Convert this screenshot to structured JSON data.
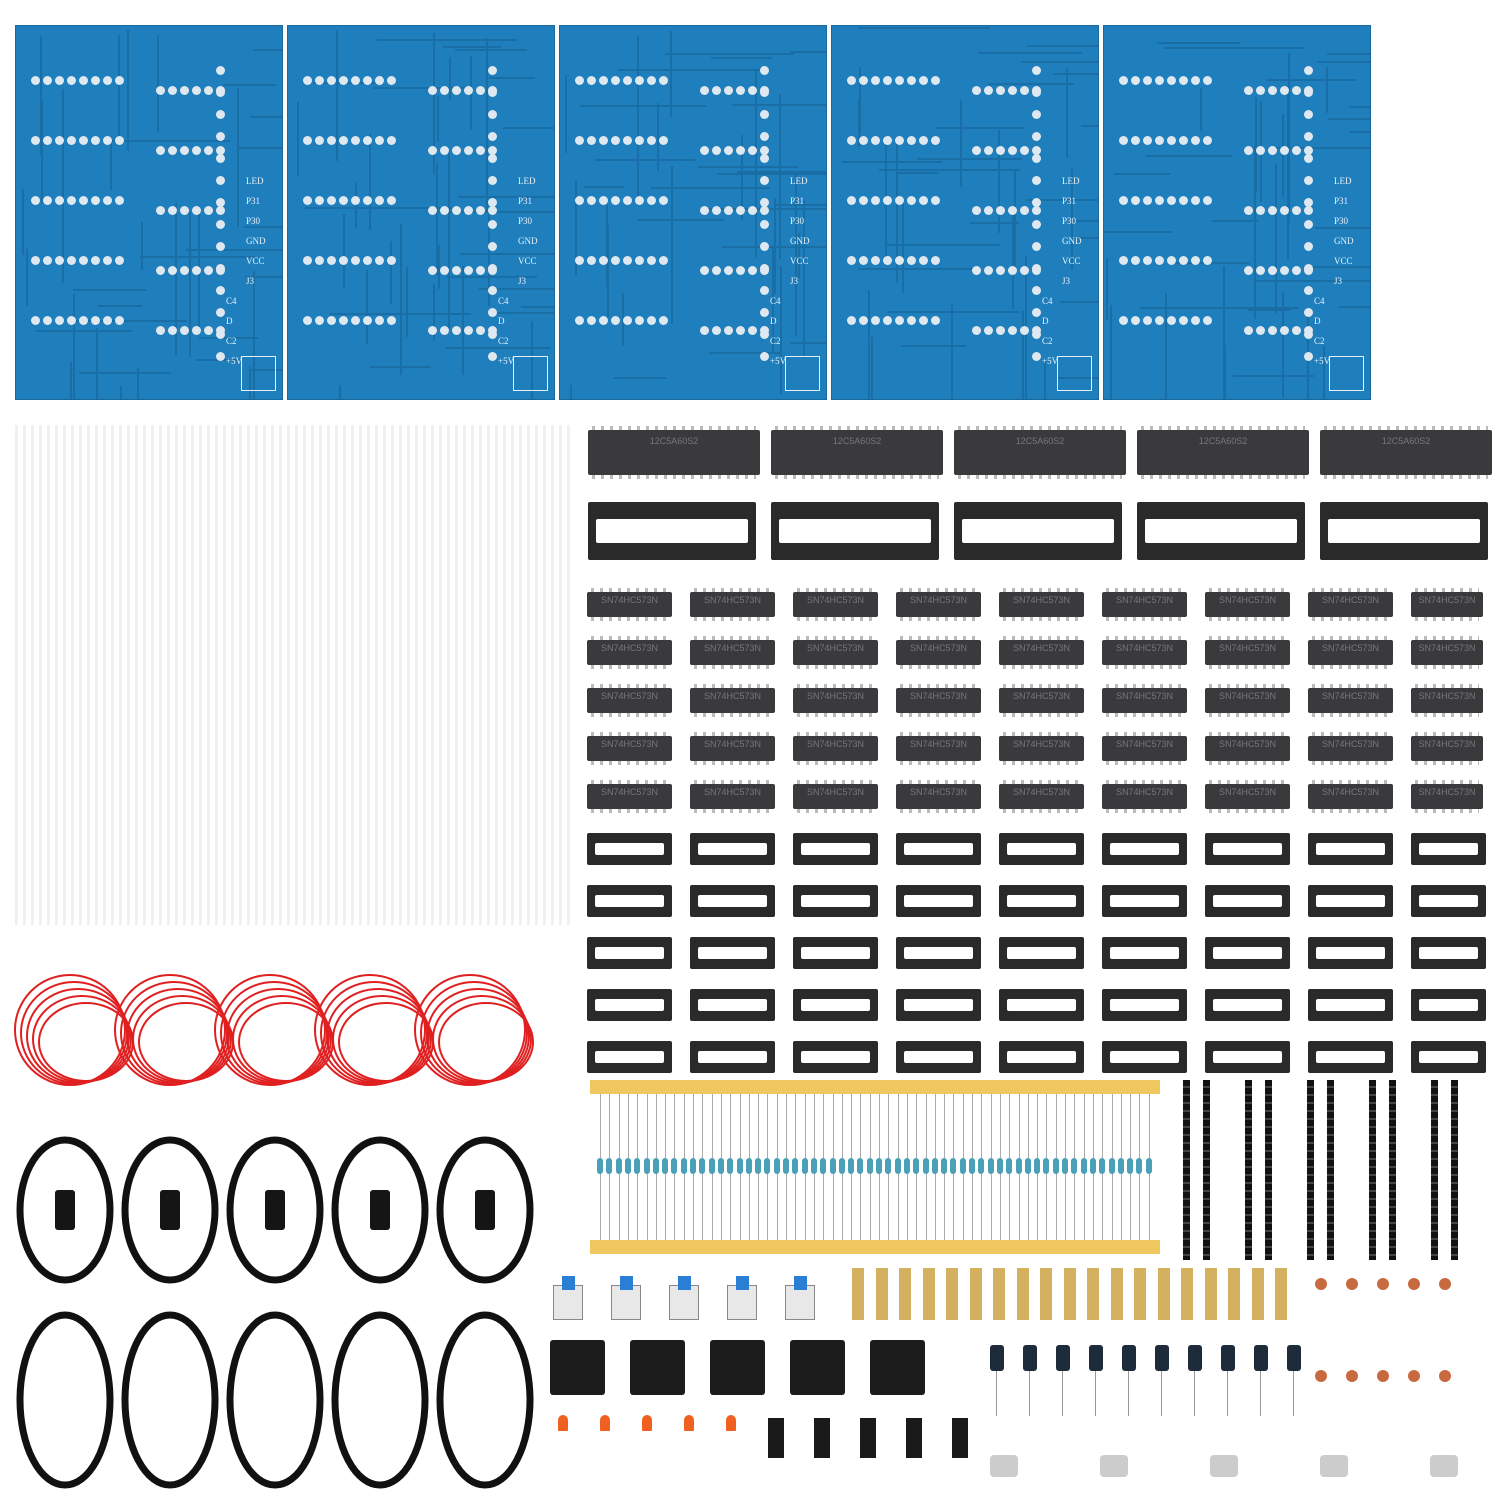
{
  "pcb": {
    "count": 5,
    "color": "#1f7fbd",
    "silkscreen": [
      "LED",
      "P31",
      "P30",
      "GND",
      "VCC",
      "J3",
      "C4",
      "D",
      "C2",
      "+5V"
    ]
  },
  "mcu": {
    "count": 5,
    "marking": "12C5A60S2",
    "color": "#3a3a3c"
  },
  "latch": {
    "rows": 5,
    "cols": 9,
    "marking": "SN74HC573N"
  },
  "sockets_40pin": 5,
  "sockets_20pin": {
    "rows": 5,
    "cols": 9
  },
  "wires": {
    "count": 5,
    "color": "#e02020"
  },
  "usb_cables": 5,
  "buttons": {
    "count": 5,
    "color": "#2a7fd4"
  },
  "dc_jacks": 5,
  "red_leds": 5,
  "resistor_networks": 5,
  "standoffs": 19,
  "electrolytic_caps": 10,
  "crystals": 5,
  "ceramic_caps": 10,
  "pin_headers": 10
}
